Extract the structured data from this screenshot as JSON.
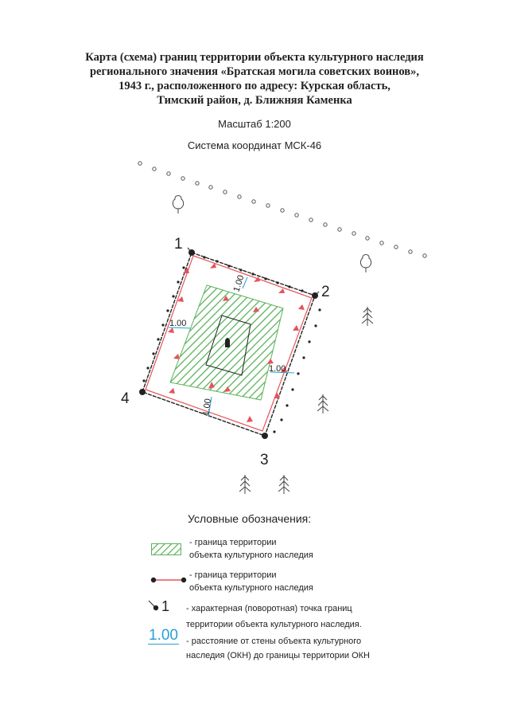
{
  "title_lines": [
    "Карта (схема) границ территории объекта культурного наследия",
    "регионального значения «Братская могила советских воинов»,",
    "1943 г., расположенного по адресу: Курская область,",
    "Тимский район, д. Ближняя Каменка"
  ],
  "scale": "Масштаб 1:200",
  "crs": "Система координат МСК-46",
  "points": [
    {
      "label": "1"
    },
    {
      "label": "2"
    },
    {
      "label": "3"
    },
    {
      "label": "4"
    }
  ],
  "distances": [
    "1.00",
    "1.00",
    "1.00",
    "1.00"
  ],
  "legend": {
    "title": "Условные обозначения:",
    "item1_line1": "- граница территории",
    "item1_line2": "объекта культурного наследия",
    "item2_line1": "- граница территории",
    "item2_line2": "объекта культурного наследия",
    "item3_num": "1",
    "item3_line1": "- характерная (поворотная) точка границ",
    "item3_line2": "территории объекта культурного наследия.",
    "item4_num": "1.00",
    "item4_line1": "- расстояние от стены объекта культурного",
    "item4_line2": "наследия (ОКН) до границы территории ОКН"
  },
  "colors": {
    "hatch": "#5bb25a",
    "boundary": "#e6535b",
    "distance": "#2a9fd6",
    "ink": "#222222"
  }
}
